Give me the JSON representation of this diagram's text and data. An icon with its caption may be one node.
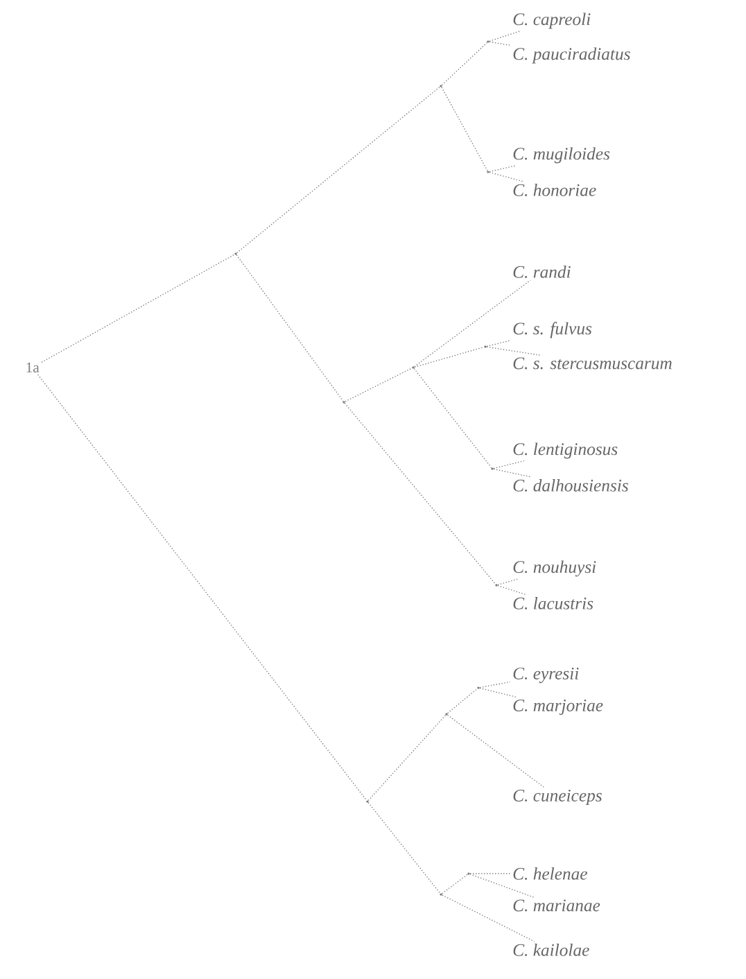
{
  "diagram": {
    "nodes": [
      {
        "text": [
          "1a"
        ]
      },
      {
        "text": [],
        "shape": "point"
      },
      {
        "text": [],
        "shape": "point"
      },
      {
        "text": [],
        "shape": "point"
      },
      {
        "text": [
          "C. capreoli"
        ]
      },
      {
        "text": [
          "C. pauciradiatus"
        ]
      },
      {
        "text": [],
        "shape": "point"
      },
      {
        "text": [
          "C. mugiloides"
        ]
      },
      {
        "text": [
          "C. honoriae"
        ]
      },
      {
        "text": [],
        "shape": "point"
      },
      {
        "text": [],
        "shape": "point"
      },
      {
        "text": [
          "C. randi"
        ]
      },
      {
        "text": [],
        "shape": "point"
      },
      {
        "text": [
          "C. s. fulvus"
        ]
      },
      {
        "text": [
          "C. s. stercusmuscarum"
        ]
      },
      {
        "text": [],
        "shape": "point"
      },
      {
        "text": [
          "C. lentiginosus"
        ]
      },
      {
        "text": [
          "C. dalhousiensis"
        ]
      },
      {
        "text": [],
        "shape": "point"
      },
      {
        "text": [
          "C. nouhuysi"
        ]
      },
      {
        "text": [
          "C. lacustris"
        ]
      },
      {
        "text": [],
        "shape": "point"
      },
      {
        "text": [],
        "shape": "point"
      },
      {
        "text": [],
        "shape": "point"
      },
      {
        "text": [
          "C. eyresii"
        ]
      },
      {
        "text": [
          "C. marjoriae"
        ]
      },
      {
        "text": [
          "C. cuneiceps"
        ]
      },
      {
        "text": [],
        "shape": "point"
      },
      {
        "text": [],
        "shape": "point"
      },
      {
        "text": [
          "C. helenae"
        ]
      },
      {
        "text": [
          "C. marianae"
        ]
      },
      {
        "text": [
          "C. kailolae"
        ]
      }
    ],
    "edges": [
      {
        "from": 0,
        "to": 1,
        "arrow": "none"
      },
      {
        "from": 1,
        "to": 2,
        "arrow": "none"
      },
      {
        "from": 2,
        "to": 3,
        "arrow": "none"
      },
      {
        "from": 3,
        "to": 4,
        "arrow": "none"
      },
      {
        "from": 3,
        "to": 5,
        "arrow": "none"
      },
      {
        "from": 2,
        "to": 6,
        "arrow": "none"
      },
      {
        "from": 6,
        "to": 7,
        "arrow": "none"
      },
      {
        "from": 6,
        "to": 8,
        "arrow": "none"
      },
      {
        "from": 1,
        "to": 9,
        "arrow": "none"
      },
      {
        "from": 9,
        "to": 10,
        "arrow": "none"
      },
      {
        "from": 10,
        "to": 11,
        "arrow": "none"
      },
      {
        "from": 10,
        "to": 12,
        "arrow": "none"
      },
      {
        "from": 12,
        "to": 13,
        "arrow": "none"
      },
      {
        "from": 12,
        "to": 14,
        "arrow": "none"
      },
      {
        "from": 10,
        "to": 15,
        "arrow": "none"
      },
      {
        "from": 15,
        "to": 16,
        "arrow": "none"
      },
      {
        "from": 15,
        "to": 17,
        "arrow": "none"
      },
      {
        "from": 9,
        "to": 18,
        "arrow": "none"
      },
      {
        "from": 18,
        "to": 19,
        "arrow": "none"
      },
      {
        "from": 18,
        "to": 20,
        "arrow": "none"
      },
      {
        "from": 0,
        "to": 21,
        "arrow": "none"
      },
      {
        "from": 21,
        "to": 22,
        "arrow": "none"
      },
      {
        "from": 22,
        "to": 23,
        "arrow": "none"
      },
      {
        "from": 23,
        "to": 24,
        "arrow": "none"
      },
      {
        "from": 23,
        "to": 25,
        "arrow": "none"
      },
      {
        "from": 22,
        "to": 26,
        "arrow": "none"
      },
      {
        "from": 21,
        "to": 27,
        "arrow": "none"
      },
      {
        "from": 27,
        "to": 28,
        "arrow": "none"
      },
      {
        "from": 28,
        "to": 29,
        "arrow": "none"
      },
      {
        "from": 28,
        "to": 30,
        "arrow": "none"
      },
      {
        "from": 27,
        "to": 31,
        "arrow": "none"
      }
    ]
  }
}
